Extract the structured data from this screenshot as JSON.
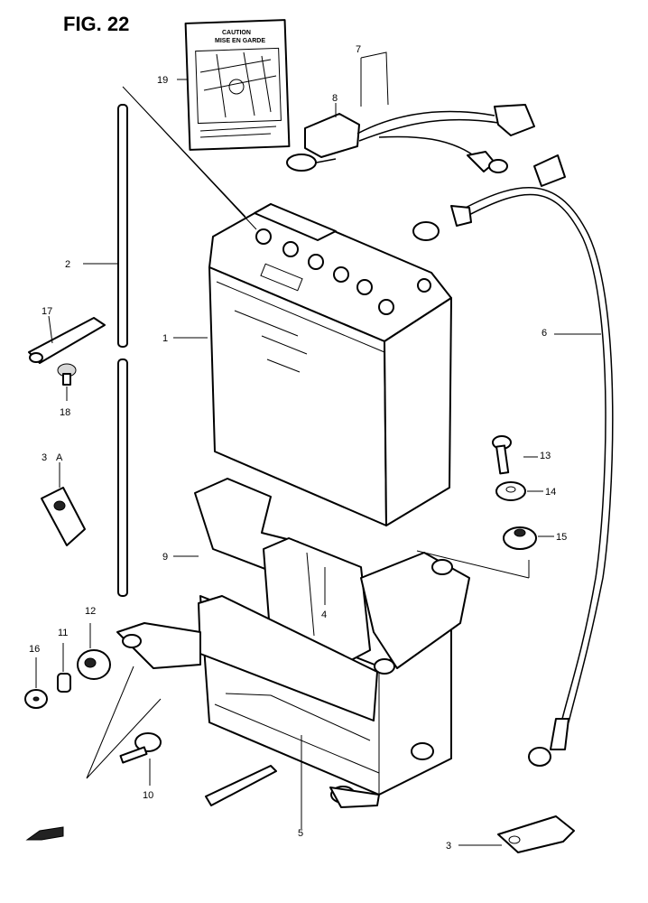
{
  "figure": {
    "title": "FIG. 22"
  },
  "caution_label": {
    "line1": "CAUTION",
    "line2": "MISE EN GARDE"
  },
  "parts": [
    {
      "id": "p1",
      "number": "1"
    },
    {
      "id": "p2",
      "number": "2"
    },
    {
      "id": "p3a",
      "number": "3"
    },
    {
      "id": "p3b",
      "number": "3"
    },
    {
      "id": "pA",
      "number": "A"
    },
    {
      "id": "p4",
      "number": "4"
    },
    {
      "id": "p5",
      "number": "5"
    },
    {
      "id": "p6",
      "number": "6"
    },
    {
      "id": "p7",
      "number": "7"
    },
    {
      "id": "p8",
      "number": "8"
    },
    {
      "id": "p9",
      "number": "9"
    },
    {
      "id": "p10",
      "number": "10"
    },
    {
      "id": "p11",
      "number": "11"
    },
    {
      "id": "p12",
      "number": "12"
    },
    {
      "id": "p13",
      "number": "13"
    },
    {
      "id": "p14",
      "number": "14"
    },
    {
      "id": "p15",
      "number": "15"
    },
    {
      "id": "p16a",
      "number": "16"
    },
    {
      "id": "p16b",
      "number": "16"
    },
    {
      "id": "p17",
      "number": "17"
    },
    {
      "id": "p18",
      "number": "18"
    },
    {
      "id": "p19",
      "number": "19"
    }
  ]
}
